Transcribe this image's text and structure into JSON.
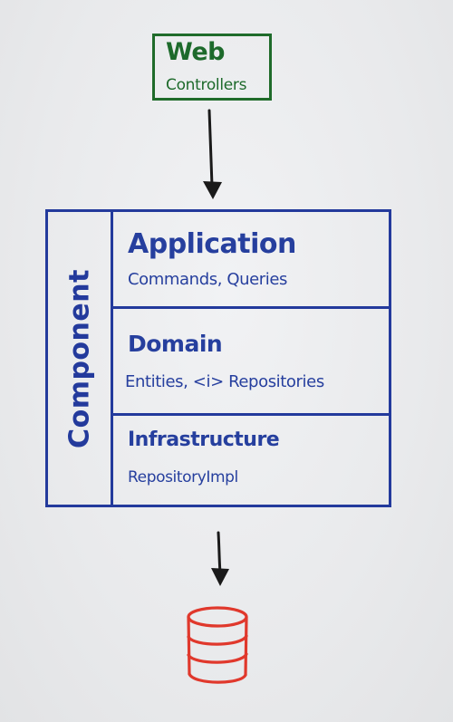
{
  "web": {
    "title": "Web",
    "subtitle": "Controllers"
  },
  "component": {
    "label": "Component",
    "layers": [
      {
        "title": "Application",
        "subtitle": "Commands, Queries"
      },
      {
        "title": "Domain",
        "subtitle": "Entities, <i> Repositories"
      },
      {
        "title": "Infrastructure",
        "subtitle": "RepositoryImpl"
      }
    ]
  },
  "colors": {
    "web": "#1f6b2a",
    "component": "#233a9c",
    "database": "#e0382c",
    "arrow": "#1a1a1a"
  },
  "icons": {
    "database": "database-icon",
    "arrow": "arrow-down-icon"
  }
}
